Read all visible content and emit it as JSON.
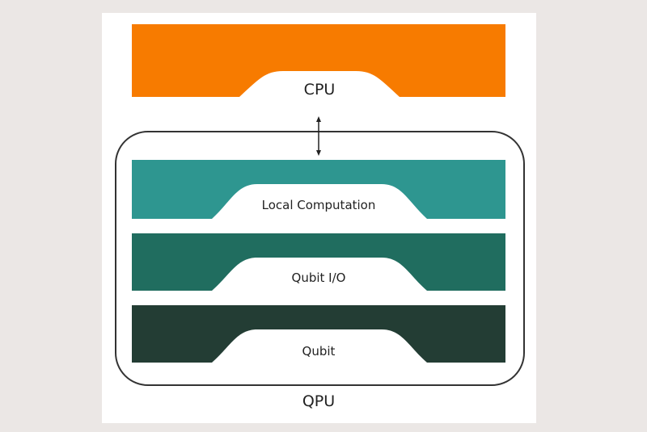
{
  "diagram": {
    "title": "CPU / QPU architecture",
    "cpu": {
      "label": "CPU",
      "color": "#f77b00"
    },
    "qpu": {
      "label": "QPU",
      "border_color": "#333333",
      "layers": [
        {
          "label": "Local Computation",
          "color": "#2e9690"
        },
        {
          "label": "Qubit I/O",
          "color": "#206d5f"
        },
        {
          "label": "Qubit",
          "color": "#233d34"
        }
      ]
    },
    "connection": {
      "type": "bidirectional-arrow",
      "from": "CPU",
      "to": "QPU"
    },
    "colors": {
      "background": "#ebe7e5",
      "card": "#ffffff",
      "text": "#222222"
    }
  }
}
